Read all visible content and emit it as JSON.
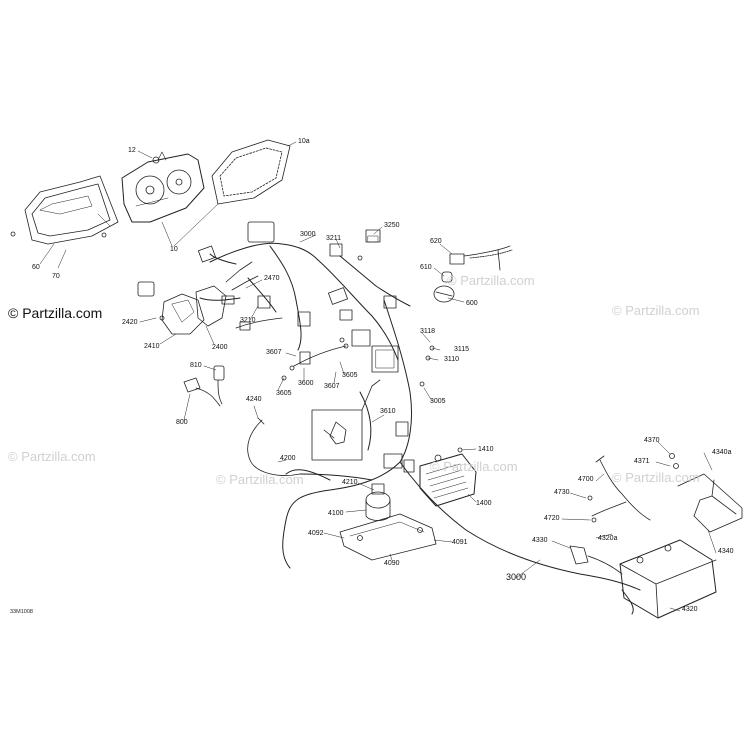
{
  "watermark": "© Partzilla.com",
  "diagram_code": "33M1008",
  "parts": [
    "12",
    "10a",
    "10",
    "60",
    "70",
    "3000",
    "3211",
    "3250",
    "620",
    "610",
    "600",
    "2470",
    "3210",
    "2420",
    "2410",
    "2400",
    "3118",
    "3115",
    "3110",
    "3607",
    "3605",
    "3600",
    "3605",
    "3607",
    "3005",
    "810",
    "800",
    "4240",
    "3610",
    "1410",
    "4200",
    "4210",
    "1400",
    "4100",
    "4092",
    "4091",
    "4090",
    "4370",
    "4371",
    "4340a",
    "4700",
    "4730",
    "4720",
    "4320a",
    "4330",
    "4340",
    "3000",
    "4320"
  ]
}
